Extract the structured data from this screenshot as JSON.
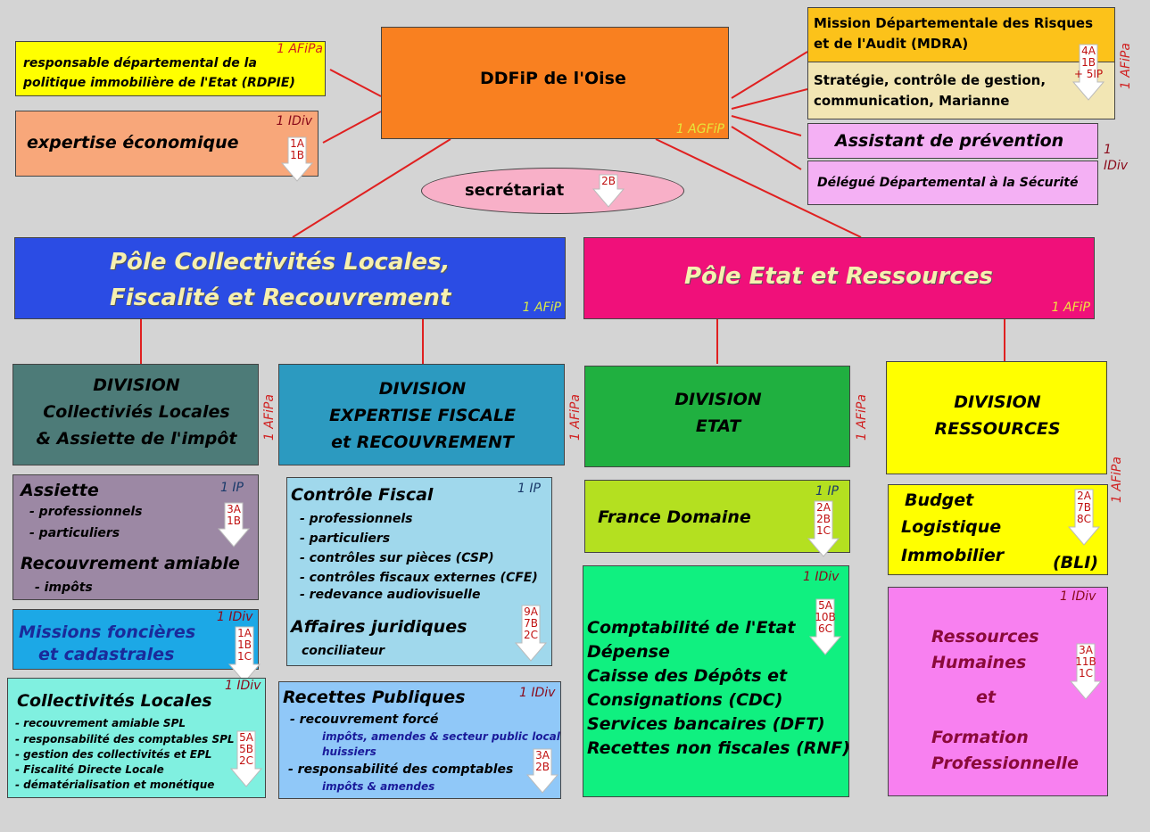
{
  "top": {
    "rdpie": {
      "grade": "1 AFiPa",
      "text": "responsable départemental de la politique immobilière de l'Etat (RDPIE)",
      "l1": "responsable départemental de la",
      "l2": "politique immobilière de l'Etat (RDPIE)"
    },
    "expertise": {
      "grade": "1 IDiv",
      "text": "expertise économique",
      "arrow": [
        "1A",
        "1B"
      ]
    },
    "ddfip": {
      "title": "DDFiP de l'Oise",
      "grade": "1 AGFiP"
    },
    "secretariat": {
      "text": "secrétariat",
      "arrow": [
        "2B"
      ]
    },
    "mdra": {
      "title1": "Mission Départementale des Risques",
      "title2": "et de l'Audit (MDRA)",
      "sub1": "Stratégie, contrôle de gestion,",
      "sub2": "communication, Marianne",
      "arrow": [
        "4A",
        "1B",
        "+ 5IP"
      ],
      "grade": "1 AFiPa"
    },
    "prevention": {
      "text": "Assistant de prévention"
    },
    "securite": {
      "text": "Délégué Départemental à la Sécurité"
    },
    "idiv_right": {
      "l1": "1",
      "l2": "IDiv"
    }
  },
  "poles": {
    "clfr": {
      "l1": "Pôle Collectivités Locales,",
      "l2": "Fiscalité et Recouvrement",
      "grade": "1 AFiP"
    },
    "er": {
      "title": "Pôle Etat et Ressources",
      "grade": "1 AFiP"
    }
  },
  "divisions": {
    "cl": {
      "l1": "DIVISION",
      "l2": "Collectiviés Locales",
      "l3": "& Assiette de l'impôt",
      "grade": "1 AFiPa"
    },
    "ef": {
      "l1": "DIVISION",
      "l2": "EXPERTISE FISCALE",
      "l3": "et RECOUVREMENT",
      "grade": "1 AFiPa"
    },
    "etat": {
      "l1": "DIVISION",
      "l2": "ETAT",
      "grade": "1 AFiPa"
    },
    "res": {
      "l1": "DIVISION",
      "l2": "RESSOURCES",
      "grade": "1 AFiPa"
    }
  },
  "services": {
    "assiette": {
      "title": "Assiette",
      "grade": "1 IP",
      "items": [
        "- professionnels",
        "- particuliers"
      ],
      "title2": "Recouvrement amiable",
      "items2": [
        "- impôts"
      ],
      "arrow": [
        "3A",
        "1B"
      ]
    },
    "missions": {
      "l1": "Missions foncières",
      "l2": "et cadastrales",
      "grade": "1 IDiv",
      "arrow": [
        "1A",
        "1B",
        "1C"
      ]
    },
    "collectivites": {
      "title": "Collectivités Locales",
      "grade": "1 IDiv",
      "items": [
        "- recouvrement amiable SPL",
        "- responsabilité des comptables SPL",
        "- gestion des collectivités et EPL",
        "- Fiscalité Directe Locale",
        "- dématérialisation et monétique"
      ],
      "arrow": [
        "5A",
        "5B",
        "2C"
      ]
    },
    "controle": {
      "title": "Contrôle Fiscal",
      "grade": "1 IP",
      "items": [
        "- professionnels",
        "- particuliers",
        "- contrôles sur pièces (CSP)",
        "- contrôles fiscaux externes (CFE)",
        "- redevance audiovisuelle"
      ],
      "title2": "Affaires juridiques",
      "item2": "conciliateur",
      "arrow": [
        "9A",
        "7B",
        "2C"
      ]
    },
    "recettes": {
      "title": "Recettes Publiques",
      "grade": "1 IDiv",
      "i1": "- recouvrement forcé",
      "i1s1": "impôts, amendes & secteur public local",
      "i1s2": "huissiers",
      "i2": "- responsabilité des comptables",
      "i2s1": "impôts & amendes",
      "arrow": [
        "3A",
        "2B"
      ]
    },
    "domaine": {
      "title": "France Domaine",
      "grade": "1 IP",
      "arrow": [
        "2A",
        "2B",
        "1C"
      ]
    },
    "compta": {
      "grade": "1 IDiv",
      "lines": [
        "Comptabilité de l'Etat",
        "Dépense",
        "Caisse des Dépôts et",
        "Consignations (CDC)",
        "Services bancaires (DFT)",
        "Recettes non fiscales (RNF)"
      ],
      "arrow": [
        "5A",
        "10B",
        "6C"
      ]
    },
    "bli": {
      "l1": "Budget",
      "l2": "Logistique",
      "l3": "Immobilier",
      "l4": "(BLI)",
      "arrow": [
        "2A",
        "7B",
        "8C"
      ]
    },
    "rh": {
      "grade": "1 IDiv",
      "l1": "Ressources",
      "l2": "Humaines",
      "l3": "et",
      "l4": "Formation",
      "l5": "Professionnelle",
      "arrow": [
        "3A",
        "11B",
        "1C"
      ]
    }
  }
}
